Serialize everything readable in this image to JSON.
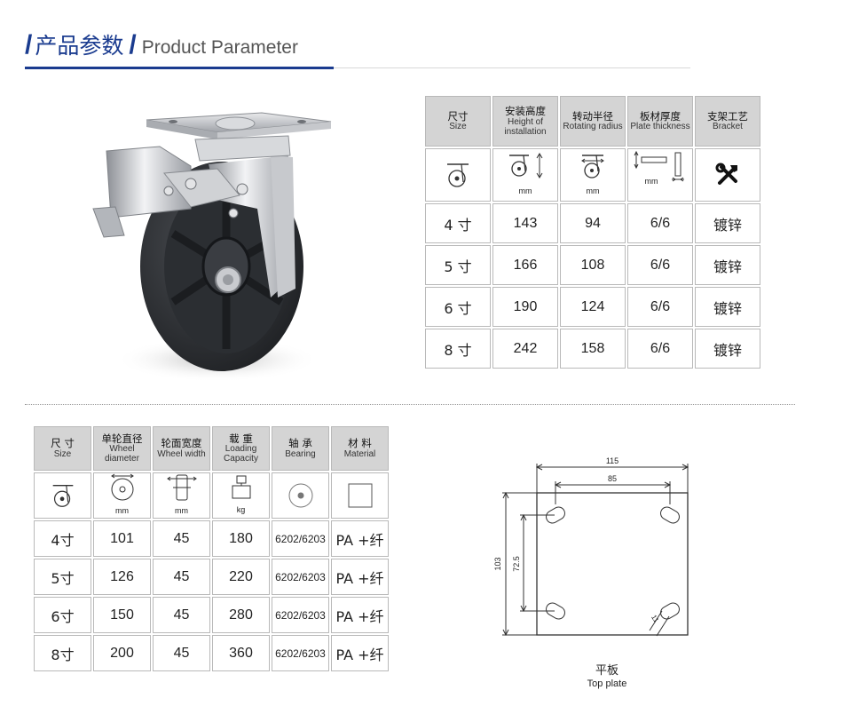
{
  "header": {
    "title_cn": "产品参数",
    "title_en": "Product Parameter"
  },
  "table_top": {
    "headers": [
      {
        "cn": "尺寸",
        "en": "Size"
      },
      {
        "cn": "安装高度",
        "en": "Height of installation"
      },
      {
        "cn": "转动半径",
        "en": "Rotating radius"
      },
      {
        "cn": "板材厚度",
        "en": "Plate thickness"
      },
      {
        "cn": "支架工艺",
        "en": "Bracket"
      }
    ],
    "unit_labels": [
      "mm",
      "mm",
      "mm"
    ],
    "rows": [
      [
        "4 寸",
        "143",
        "94",
        "6/6",
        "镀锌"
      ],
      [
        "5 寸",
        "166",
        "108",
        "6/6",
        "镀锌"
      ],
      [
        "6 寸",
        "190",
        "124",
        "6/6",
        "镀锌"
      ],
      [
        "8 寸",
        "242",
        "158",
        "6/6",
        "镀锌"
      ]
    ]
  },
  "table_bottom": {
    "headers": [
      {
        "cn": "尺 寸",
        "en": "Size"
      },
      {
        "cn": "单轮直径",
        "en": "Wheel diameter"
      },
      {
        "cn": "轮面宽度",
        "en": "Wheel width"
      },
      {
        "cn": "载 重",
        "en": "Loading Capacity"
      },
      {
        "cn": "轴 承",
        "en": "Bearing"
      },
      {
        "cn": "材 料",
        "en": "Material"
      }
    ],
    "unit_labels": [
      "mm",
      "mm",
      "kg"
    ],
    "rows": [
      [
        "4寸",
        "101",
        "45",
        "180",
        "6202/6203",
        "PA +纤"
      ],
      [
        "5寸",
        "126",
        "45",
        "220",
        "6202/6203",
        "PA +纤"
      ],
      [
        "6寸",
        "150",
        "45",
        "280",
        "6202/6203",
        "PA +纤"
      ],
      [
        "8寸",
        "200",
        "45",
        "360",
        "6202/6203",
        "PA +纤"
      ]
    ]
  },
  "top_plate": {
    "width_dim": "115",
    "hole_span_x": "85",
    "height_dim": "103",
    "hole_span_y": "72.5",
    "hole_dim": "11",
    "label_cn": "平板",
    "label_en": "Top plate"
  }
}
